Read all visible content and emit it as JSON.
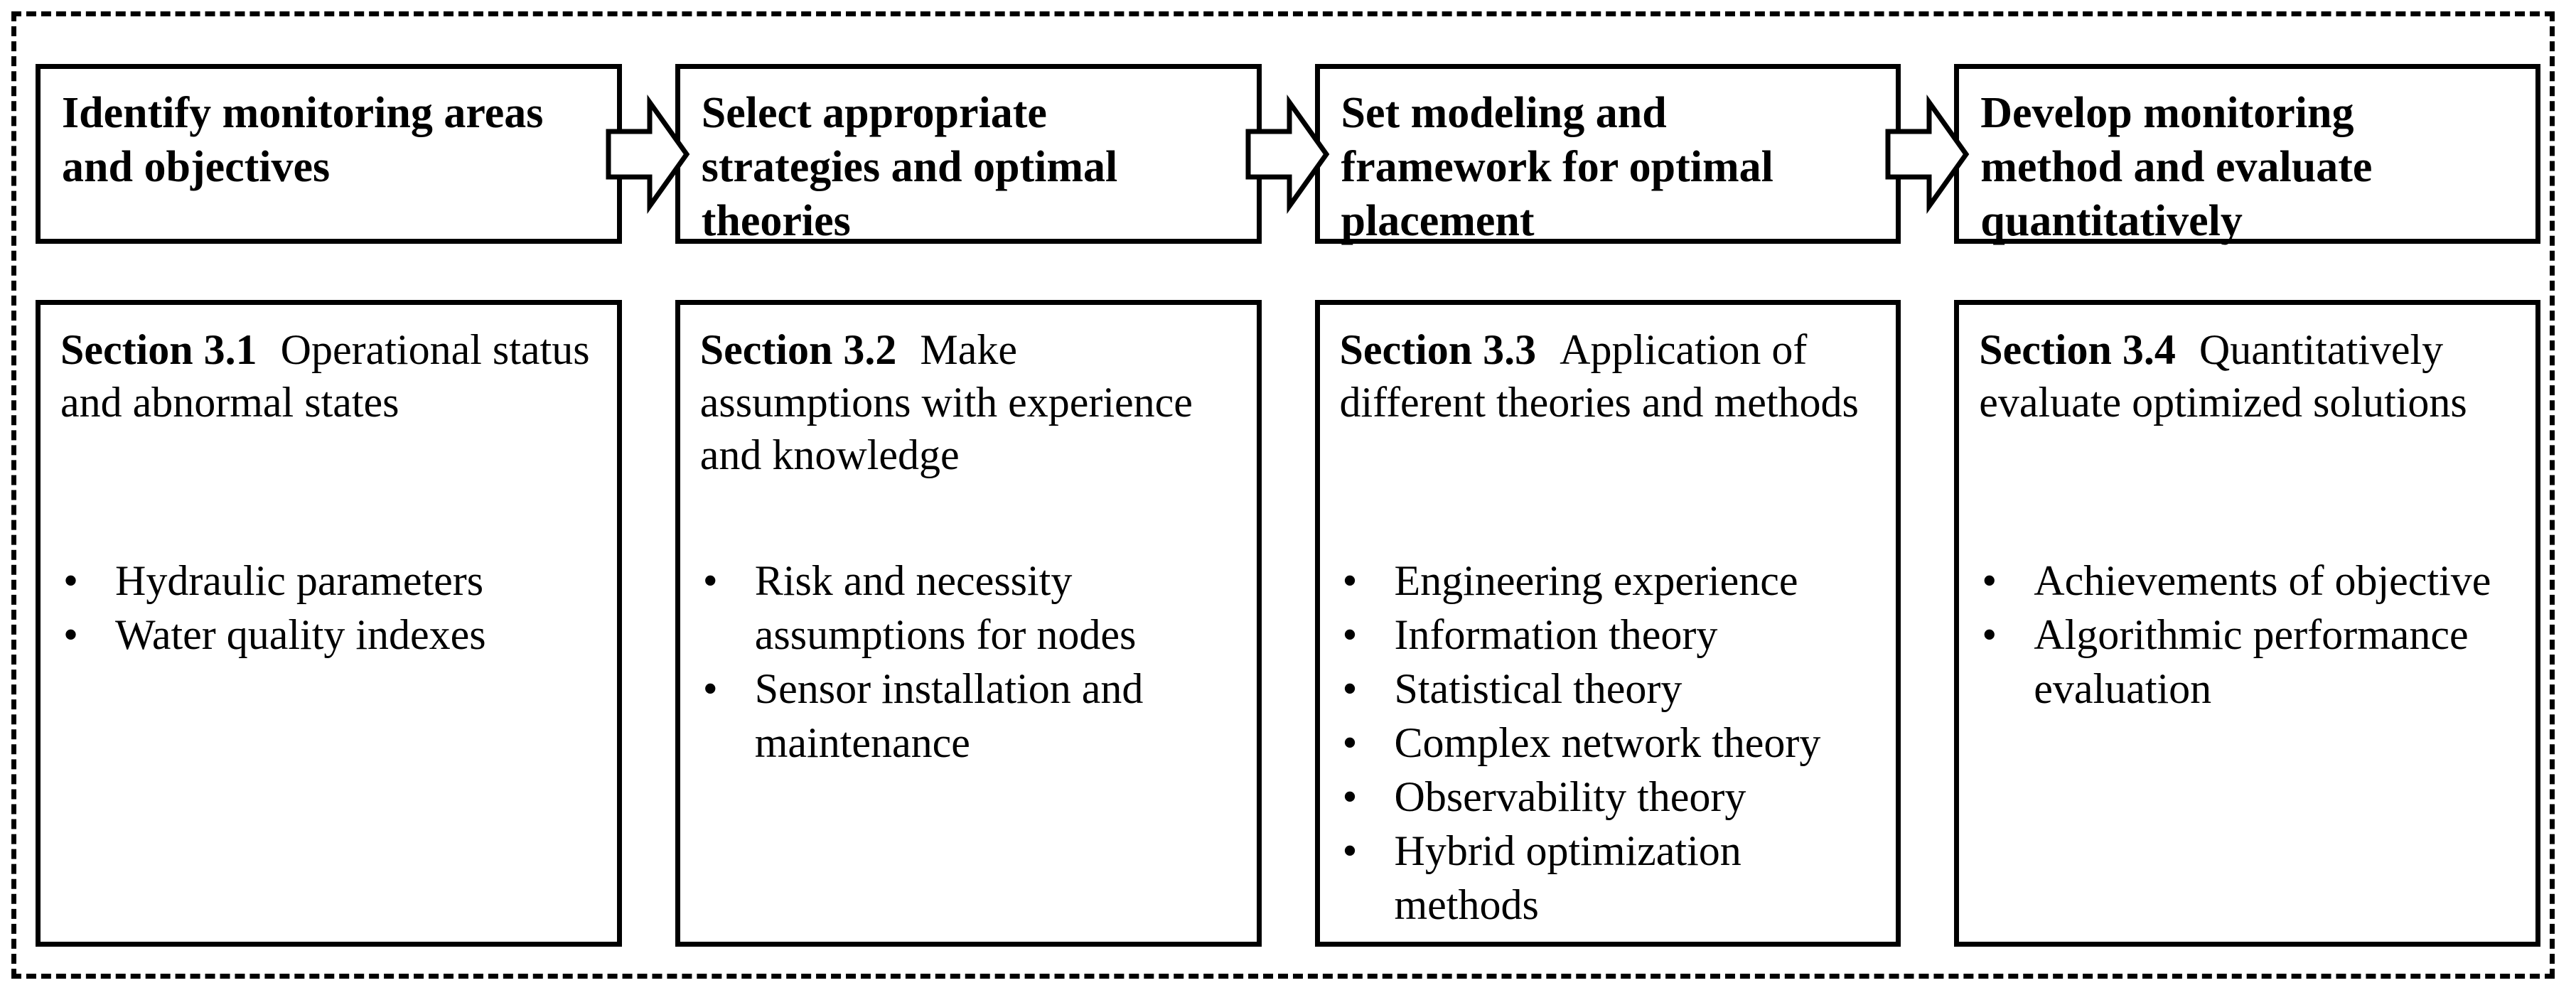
{
  "diagram": {
    "colors": {
      "ink": "#000000",
      "paper": "#ffffff"
    },
    "steps": [
      {
        "title": "Identify monitoring areas and objectives",
        "lines": [
          "Identify monitoring areas",
          "and objectives"
        ]
      },
      {
        "title": "Select appropriate strategies and optimal theories",
        "lines": [
          "Select appropriate",
          "strategies and optimal",
          "theories"
        ]
      },
      {
        "title": "Set modeling and framework for optimal placement",
        "lines": [
          "Set modeling and",
          "framework for optimal",
          "placement"
        ]
      },
      {
        "title": "Develop monitoring method and evaluate quantitatively",
        "lines": [
          "Develop monitoring",
          "method and evaluate",
          "quantitatively"
        ]
      }
    ],
    "sections": [
      {
        "label": "Section 3.1",
        "summary": "Operational status and abnormal states",
        "bullets": [
          "Hydraulic parameters",
          "Water quality indexes"
        ]
      },
      {
        "label": "Section 3.2",
        "summary": "Make assumptions with experience and knowledge",
        "bullets": [
          "Risk and necessity assumptions for nodes",
          "Sensor installation and maintenance"
        ]
      },
      {
        "label": "Section 3.3",
        "summary": "Application of different theories and methods",
        "bullets": [
          "Engineering experience",
          "Information theory",
          "Statistical theory",
          "Complex network theory",
          "Observability theory",
          "Hybrid optimization methods"
        ]
      },
      {
        "label": "Section 3.4",
        "summary": "Quantitatively evaluate optimized solutions",
        "bullets": [
          "Achievements of objective",
          "Algorithmic performance evaluation"
        ]
      }
    ],
    "bullet_glyph": "•"
  }
}
